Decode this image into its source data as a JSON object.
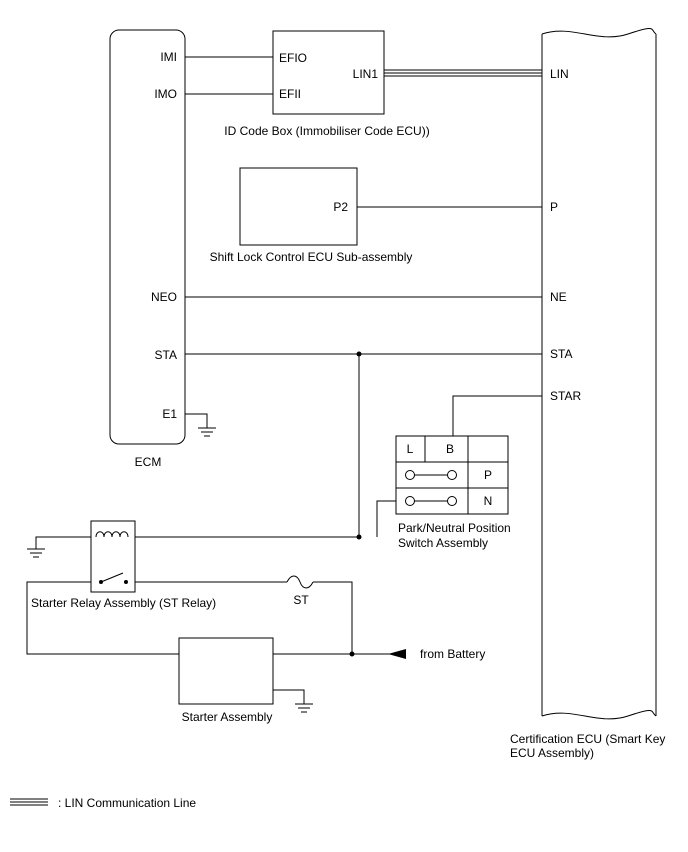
{
  "ecm": {
    "name": "ECM",
    "pins": {
      "imi": "IMI",
      "imo": "IMO",
      "neo": "NEO",
      "sta": "STA",
      "e1": "E1"
    }
  },
  "id_code_box": {
    "name": "ID Code Box (Immobiliser Code ECU))",
    "pins": {
      "efio": "EFIO",
      "efii": "EFII",
      "lin1": "LIN1"
    }
  },
  "shift_lock": {
    "name": "Shift Lock Control ECU Sub-assembly",
    "pins": {
      "p2": "P2"
    }
  },
  "cert_ecu": {
    "name_line1": "Certification ECU (Smart Key",
    "name_line2": "ECU Assembly)",
    "pins": {
      "lin": "LIN",
      "p": "P",
      "ne": "NE",
      "sta": "STA",
      "star": "STAR"
    }
  },
  "pnp_switch": {
    "name_line1": "Park/Neutral Position",
    "name_line2": "Switch Assembly",
    "headers": [
      "L",
      "B"
    ],
    "rows": [
      "P",
      "N"
    ]
  },
  "starter_relay": {
    "name": "Starter Relay Assembly (ST Relay)"
  },
  "fuse": {
    "name": "ST"
  },
  "starter": {
    "name": "Starter Assembly"
  },
  "battery": {
    "label": "from Battery"
  },
  "legend": {
    "lin_line": ": LIN Communication Line"
  }
}
